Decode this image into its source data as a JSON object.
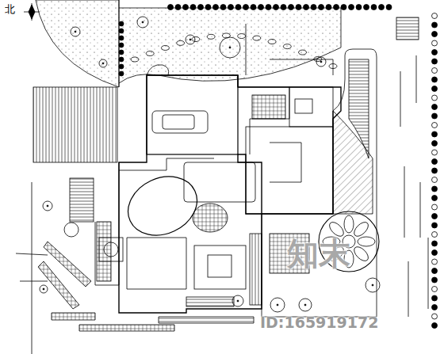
{
  "diagram": {
    "labels": [
      "北",
      "知末",
      "ID:165919172"
    ]
  }
}
